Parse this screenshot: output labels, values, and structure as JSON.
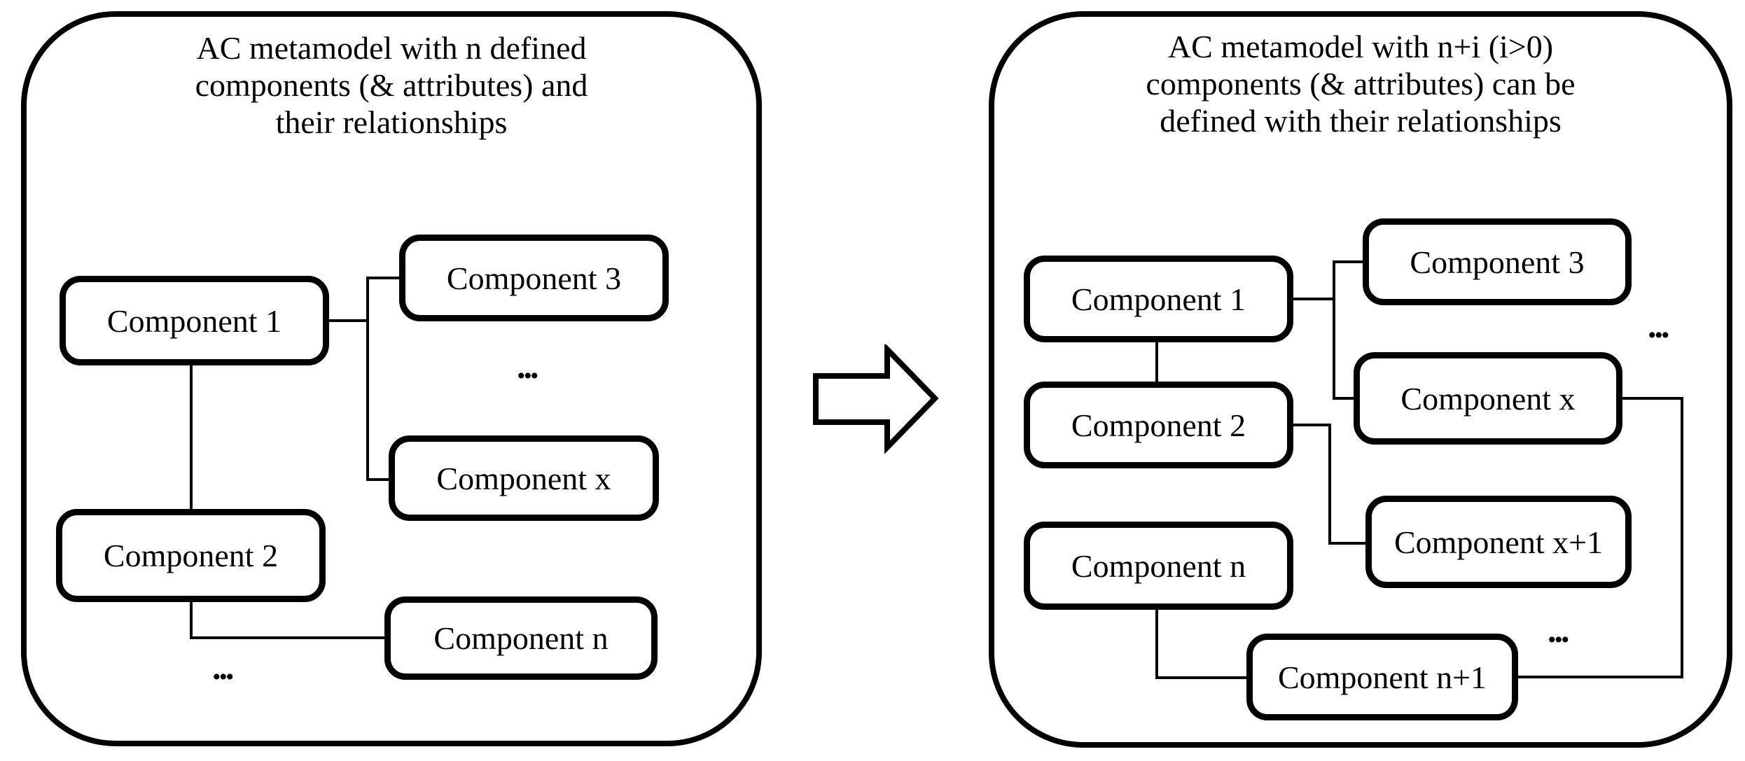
{
  "figure": {
    "background": "#ffffff",
    "stroke_color": "#000000"
  },
  "arrow": {
    "direction": "right"
  },
  "panels": {
    "left": {
      "title_lines": [
        "AC metamodel with n defined",
        "components (& attributes) and",
        "their relationships"
      ],
      "boxes": {
        "c1": "Component 1",
        "c2": "Component 2",
        "c3": "Component 3",
        "cx": "Component x",
        "cn": "Component n"
      },
      "ellipsis_mid": "...",
      "ellipsis_bottom": "..."
    },
    "right": {
      "title_lines": [
        "AC metamodel with n+i (i>0)",
        "components (& attributes) can be",
        "defined with their relationships"
      ],
      "boxes": {
        "c1": "Component 1",
        "c2": "Component 2",
        "cn": "Component n",
        "c3": "Component 3",
        "cx": "Component x",
        "cx1": "Component x+1",
        "cn1": "Component n+1"
      },
      "ellipsis_mid": "...",
      "ellipsis_bottom": "..."
    }
  }
}
